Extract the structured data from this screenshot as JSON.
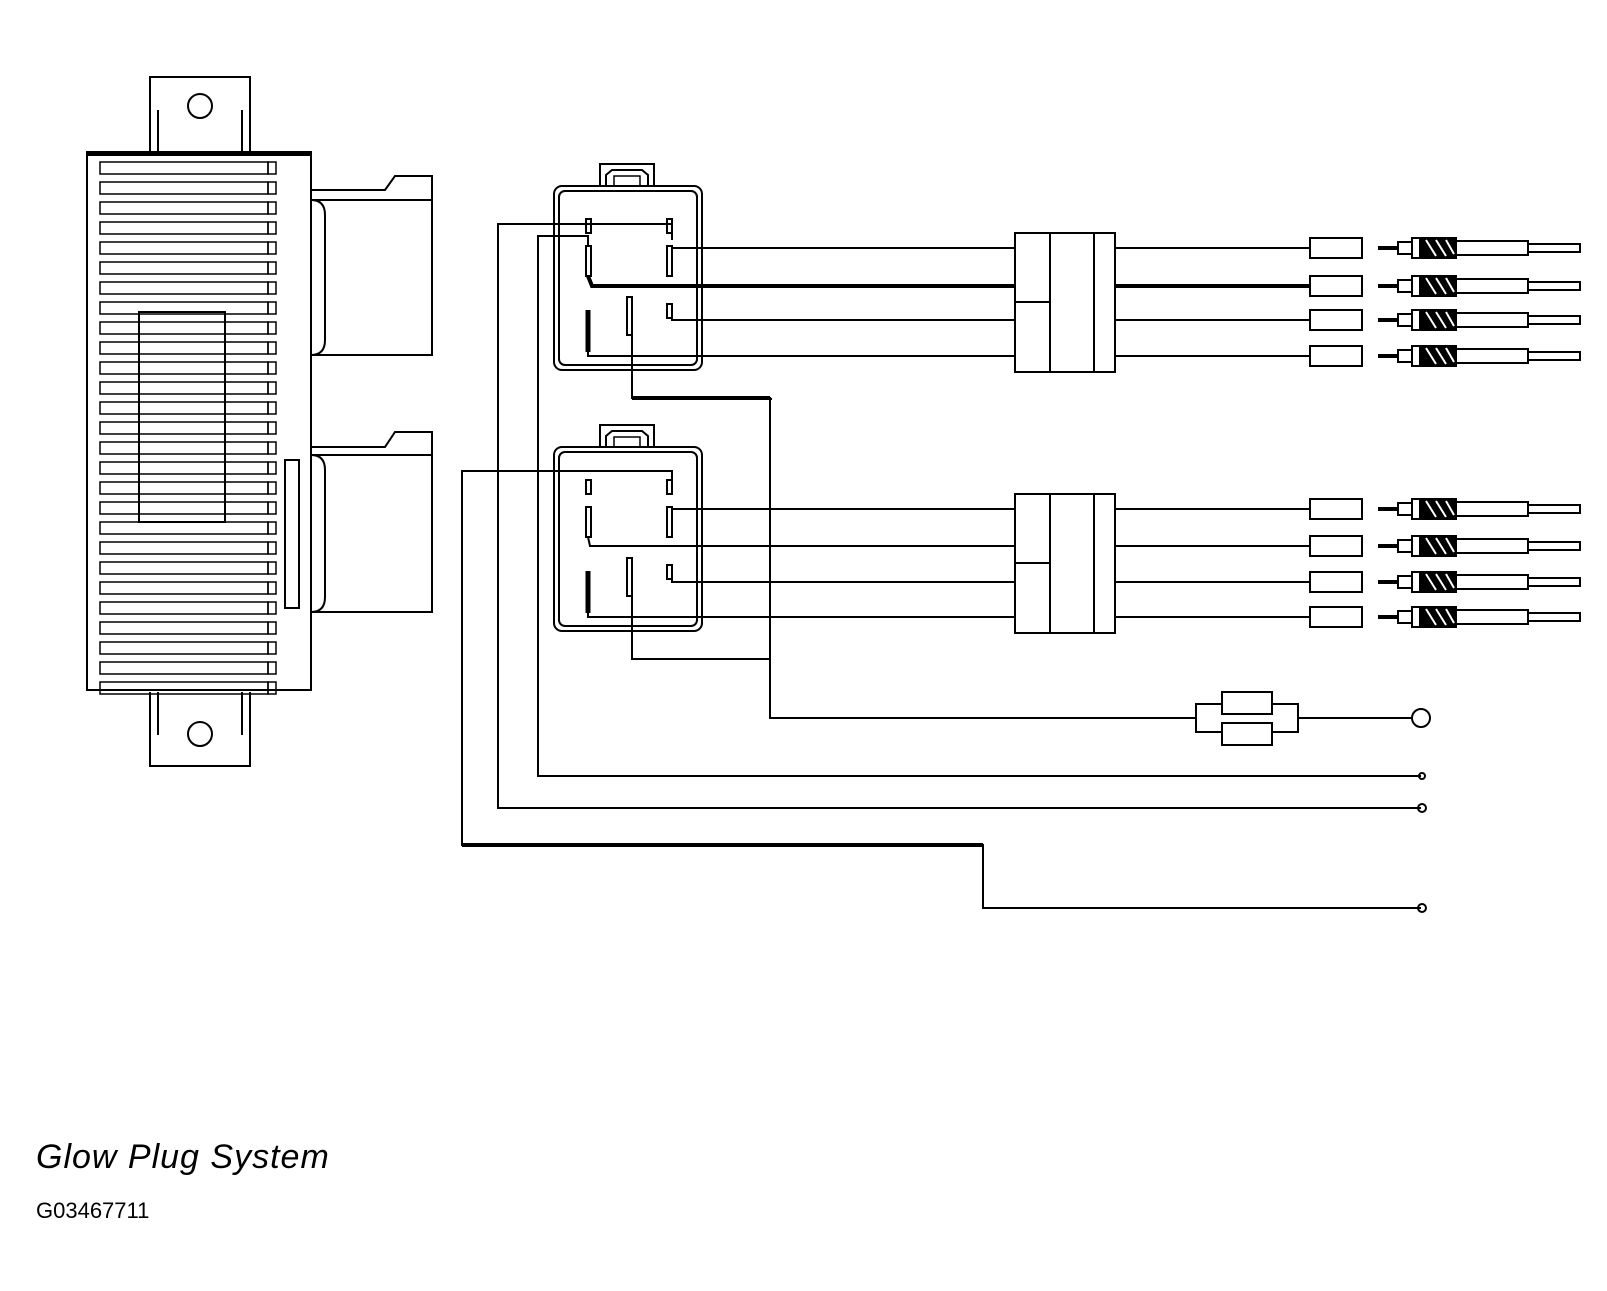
{
  "caption": {
    "title": "Glow Plug System",
    "code": "G03467711"
  },
  "components": {
    "control_module": "glow-plug-control-module",
    "relays": [
      "glow-plug-relay-upper",
      "glow-plug-relay-lower"
    ],
    "connectors": [
      "connector-upper",
      "connector-lower"
    ],
    "glow_plug_count": 8,
    "fuse": "fuse"
  },
  "colors": {
    "line": "#000000",
    "background": "#ffffff"
  }
}
